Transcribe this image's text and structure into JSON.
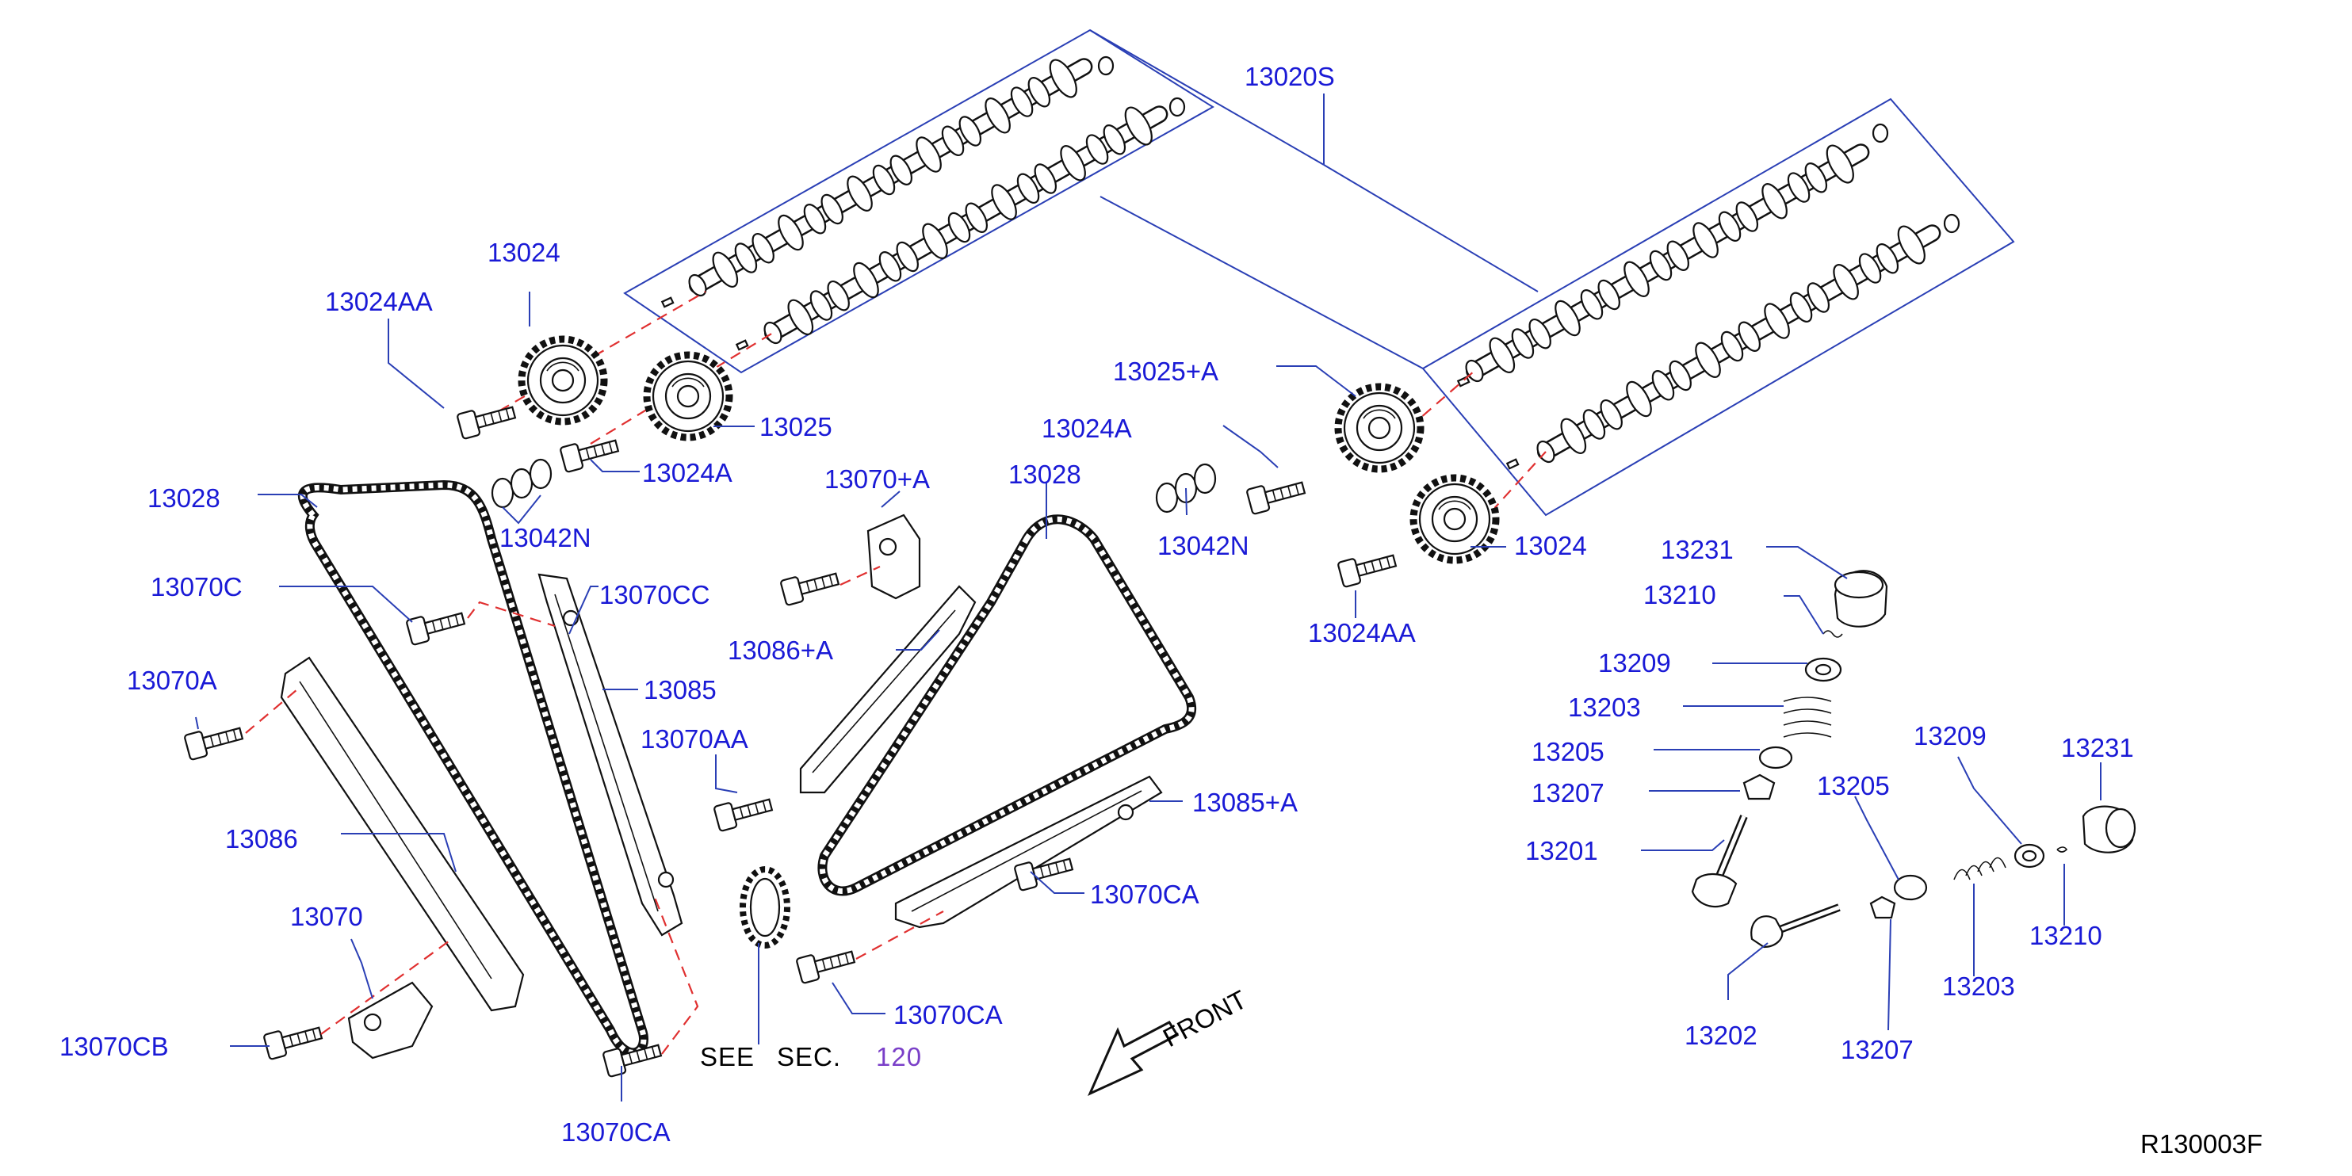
{
  "labels": {
    "p13020S": "13020S",
    "p13024_top": "13024",
    "p13024AA_top": "13024AA",
    "p13025": "13025",
    "p13024A_left": "13024A",
    "p13042N_left": "13042N",
    "p13028_left": "13028",
    "p13070C": "13070C",
    "p13070CC": "13070CC",
    "p13085": "13085",
    "p13070A": "13070A",
    "p13086": "13086",
    "p13070": "13070",
    "p13070CB": "13070CB",
    "p13070CA_bottom": "13070CA",
    "p13070_plusA": "13070+A",
    "p13086_plusA": "13086+A",
    "p13070AA": "13070AA",
    "p13028_right": "13028",
    "p13085_plusA": "13085+A",
    "p13070CA_mid": "13070CA",
    "p13070CA_low": "13070CA",
    "p13025_plusA": "13025+A",
    "p13024A_right": "13024A",
    "p13042N_right": "13042N",
    "p13024_right": "13024",
    "p13024AA_right": "13024AA",
    "p13231_top": "13231",
    "p13210_top": "13210",
    "p13209_left": "13209",
    "p13203_left": "13203",
    "p13205_left": "13205",
    "p13207_left": "13207",
    "p13201": "13201",
    "p13205_right": "13205",
    "p13209_right": "13209",
    "p13231_right": "13231",
    "p13210_right": "13210",
    "p13203_right": "13203",
    "p13202": "13202",
    "p13207_right": "13207"
  },
  "see_section": {
    "see": "SEE",
    "sec": "SEC.",
    "number": "120"
  },
  "front_label": "FRONT",
  "reference_code": "R130003F",
  "colors": {
    "label": "#1a1ad6",
    "leader": "#2a3fb5",
    "axis_dash": "#e03030",
    "section_link": "#7a3fc8",
    "line_art": "#111111"
  }
}
